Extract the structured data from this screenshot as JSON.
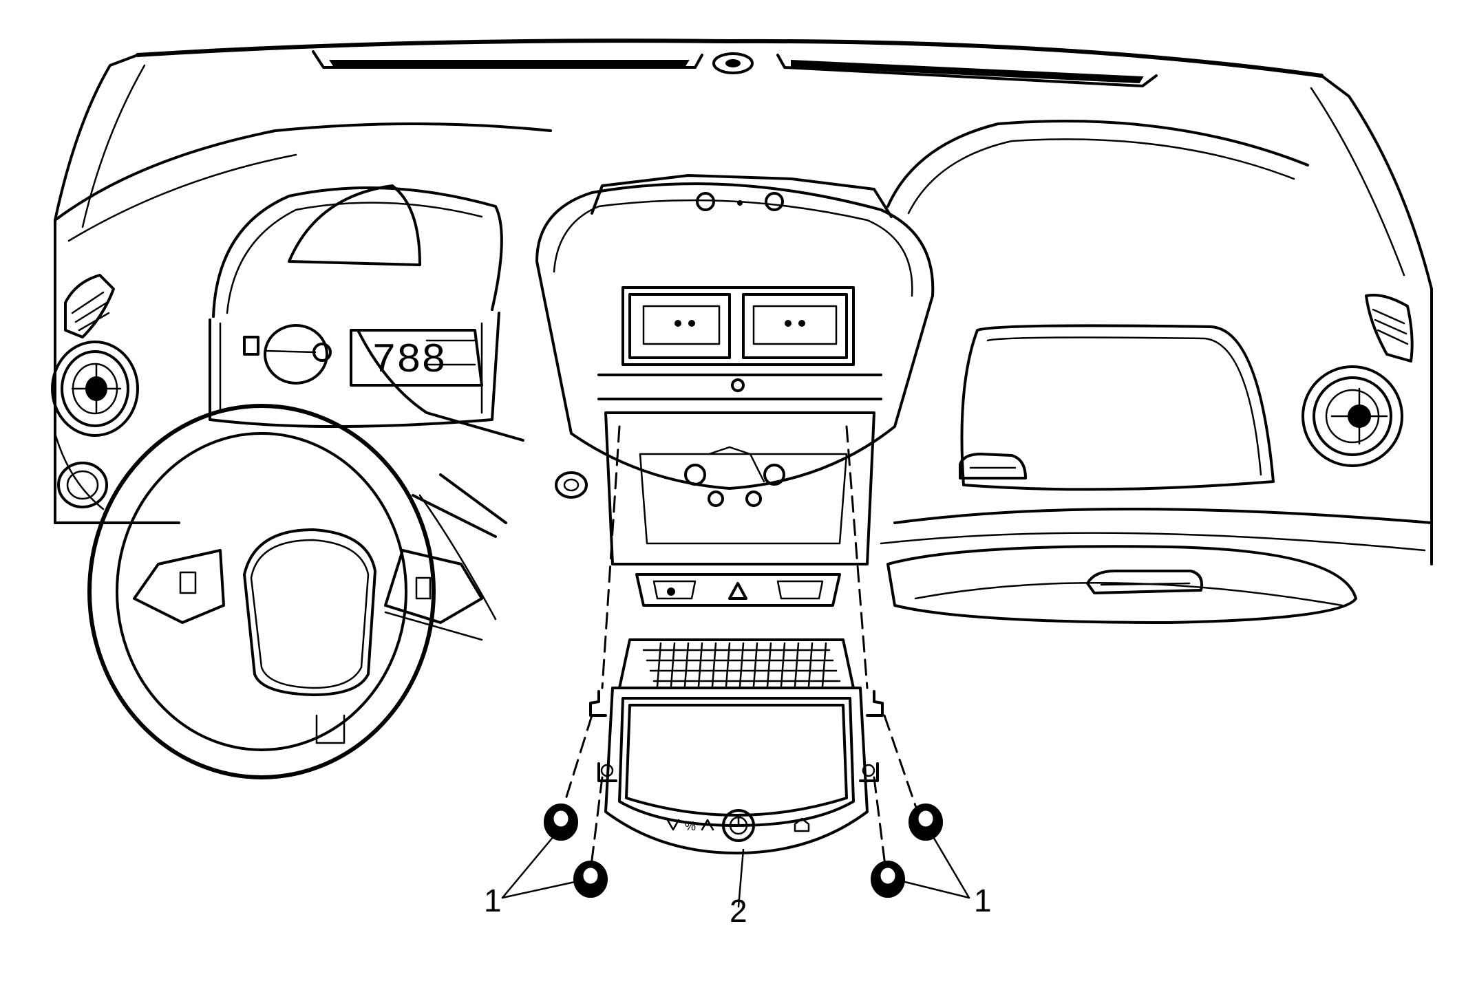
{
  "diagram": {
    "callouts": [
      {
        "id": "left-bolts",
        "label": "1"
      },
      {
        "id": "radio-module",
        "label": "2"
      },
      {
        "id": "right-bolts",
        "label": "1"
      }
    ]
  }
}
